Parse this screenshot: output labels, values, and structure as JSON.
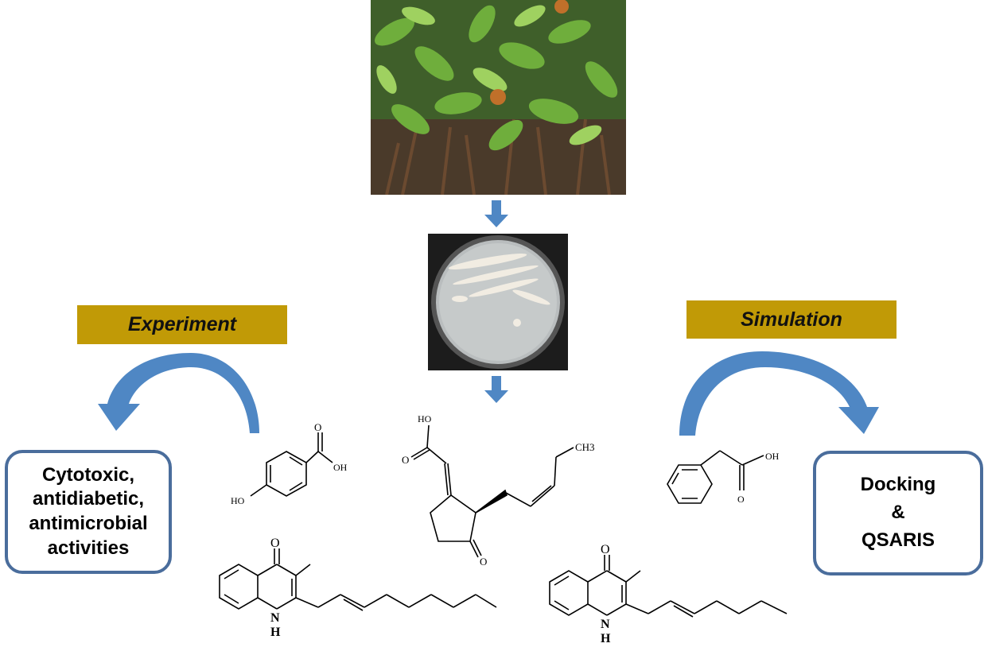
{
  "labels": {
    "experiment": "Experiment",
    "simulation": "Simulation"
  },
  "activities_box": [
    "Cytotoxic,",
    "antidiabetic,",
    "antimicrobial",
    "activities"
  ],
  "docking_box": [
    "Docking",
    "&",
    "QSARIS"
  ],
  "atoms": {
    "o": "O",
    "oh": "OH",
    "ho": "HO",
    "ch3": "CH3",
    "n": "N",
    "h": "H"
  },
  "colors": {
    "label_fill": "#c19a06",
    "box_border": "#4a6d9c",
    "arrow_fill": "#4f87c4"
  },
  "icons": [
    "mangrove-plant-photo",
    "petri-dish-photo"
  ]
}
